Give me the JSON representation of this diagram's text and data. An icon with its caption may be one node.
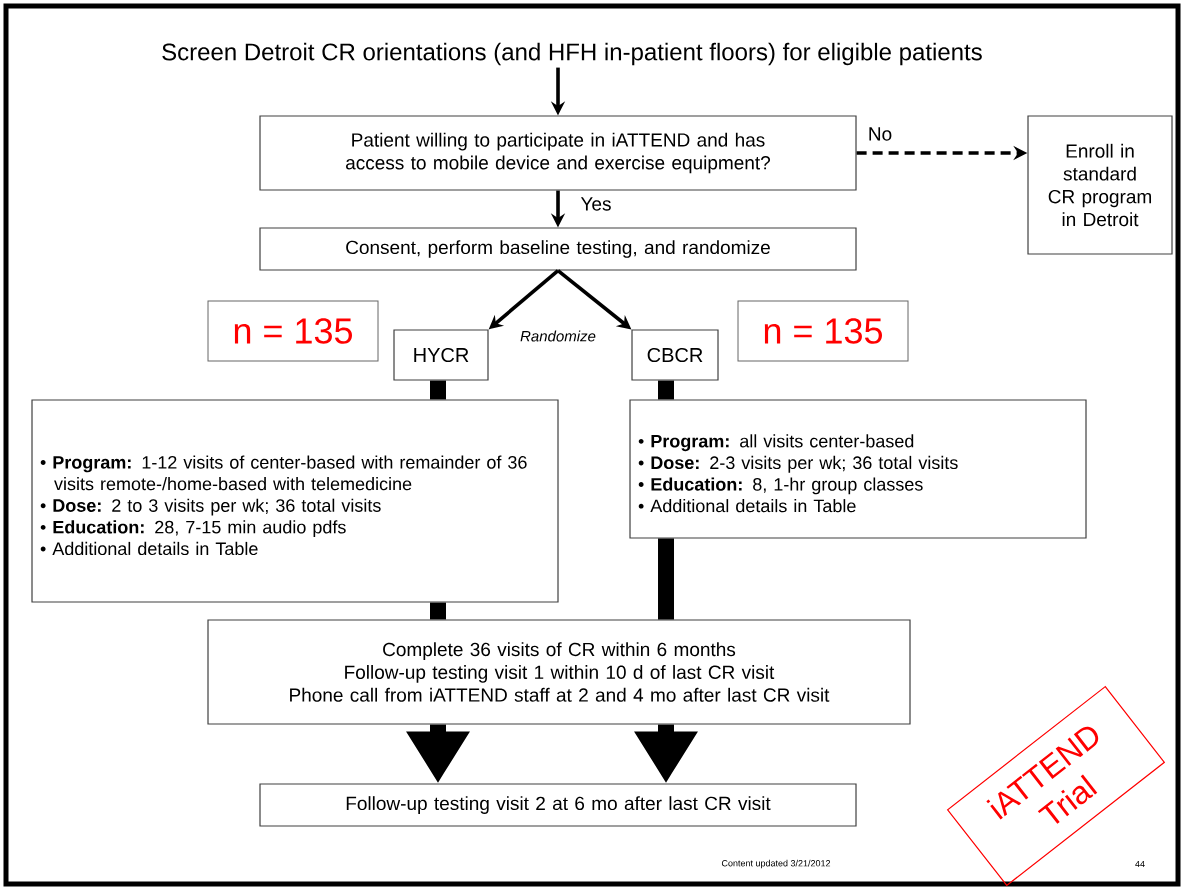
{
  "diagram": {
    "nodes": [
      {
        "text": [
          "Screen Detroit CR orientations (and HFH in-patient floors) for eligible patients"
        ]
      },
      {
        "text": [
          "Patient willing to participate in iATTEND and has access to mobile device and exercise equipment?"
        ]
      },
      {
        "text": [
          "Enroll in standard CR program in Detroit"
        ]
      },
      {
        "text": [
          "Consent, perform baseline testing, and randomize"
        ]
      },
      {
        "text": [
          "n = 135"
        ]
      },
      {
        "text": [
          "HYCR"
        ]
      },
      {
        "text": [
          "CBCR"
        ]
      },
      {
        "text": [
          "n = 135"
        ]
      },
      {
        "text": [
          "• **Program:** 1-12 visits of center-based with remainder of 36 visits remote-/home-based with telemedicine",
          "• **Dose:** 2 to 3 visits per wk; 36 total visits",
          "• **Education:** 28, 7-15 min audio pdfs",
          "• Additional details in Table"
        ]
      },
      {
        "text": [
          "• **Program:** all visits center-based",
          "• **Dose:** 2-3 visits per wk; 36 total visits",
          "• **Education:** 8, 1-hr group classes",
          "• Additional details in Table"
        ]
      },
      {
        "text": [
          "Complete 36 visits of CR within 6 months",
          "Follow-up testing visit 1 within 10 d of last CR visit",
          "Phone call from iATTEND staff at 2 and 4 mo after last CR visit"
        ]
      },
      {
        "text": [
          "Follow-up testing visit 2 at 6 mo after last CR visit"
        ]
      },
      {
        "text": [
          "iATTEND Trial"
        ]
      }
    ],
    "edges": [
      {
        "from": 0,
        "to": 1,
        "arrow": "to"
      },
      {
        "from": 1,
        "to": 2,
        "arrow": "to",
        "style": "dashed",
        "label": "No"
      },
      {
        "from": 1,
        "to": 3,
        "arrow": "to",
        "label": "Yes"
      },
      {
        "from": 3,
        "to": 5,
        "arrow": "to"
      },
      {
        "from": 3,
        "to": 6,
        "arrow": "to"
      },
      {
        "from": 5,
        "to": 8,
        "arrow": "none"
      },
      {
        "from": 8,
        "to": 10,
        "arrow": "none"
      },
      {
        "from": 6,
        "to": 9,
        "arrow": "none"
      },
      {
        "from": 9,
        "to": 10,
        "arrow": "none"
      },
      {
        "from": 10,
        "to": 11,
        "arrow": "to"
      },
      {
        "from": 10,
        "to": 11,
        "arrow": "to"
      }
    ],
    "labels": [
      "Randomize",
      "Content updated 3/21/2012",
      "44"
    ]
  }
}
